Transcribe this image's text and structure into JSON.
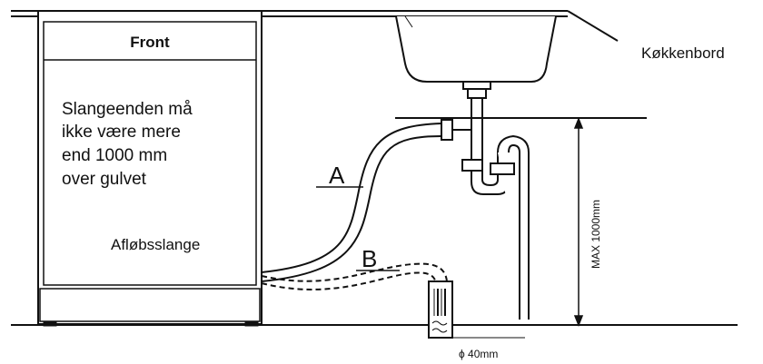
{
  "labels": {
    "front": "Front",
    "note_lines": [
      "Slangeenden må",
      "ikke være mere",
      "end 1000 mm",
      "over gulvet"
    ],
    "drain_hose": "Afløbsslange",
    "kitchen_counter": "Køkkenbord",
    "hose_a": "A",
    "hose_b": "B",
    "max_height": "MAX 1000mm",
    "pipe_diameter": "ϕ 40mm"
  },
  "colors": {
    "line": "#111111",
    "panel_fill": "#ffffff"
  }
}
